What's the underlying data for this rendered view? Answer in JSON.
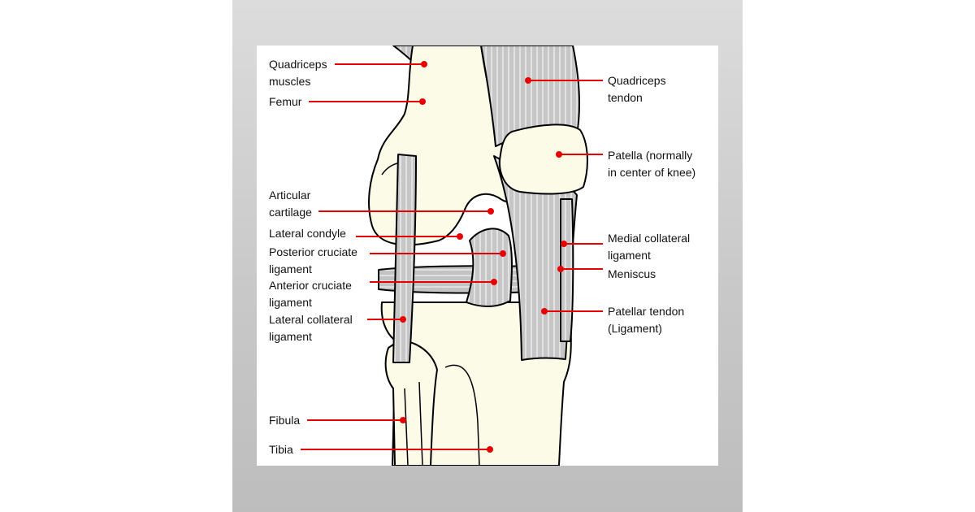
{
  "colors": {
    "bone": "#fbfbe8",
    "ligament": "#c8c8c8",
    "ligament_stroke": "#777777",
    "leader": "#e60000",
    "outline": "#000000"
  },
  "labels": {
    "quadriceps_muscles": "Quadriceps\nmuscles",
    "femur": "Femur",
    "articular_cartilage": "Articular\ncartilage",
    "lateral_condyle": "Lateral condyle",
    "posterior_cruciate": "Posterior cruciate\nligament",
    "anterior_cruciate": "Anterior cruciate\nligament",
    "lateral_collateral": "Lateral collateral\nligament",
    "fibula": "Fibula",
    "tibia": "Tibia",
    "quadriceps_tendon": "Quadriceps\ntendon",
    "patella": "Patella (normally\nin center of knee)",
    "medial_collateral": "Medial collateral\nligament",
    "meniscus": "Meniscus",
    "patellar_tendon": "Patellar tendon\n(Ligament)"
  }
}
